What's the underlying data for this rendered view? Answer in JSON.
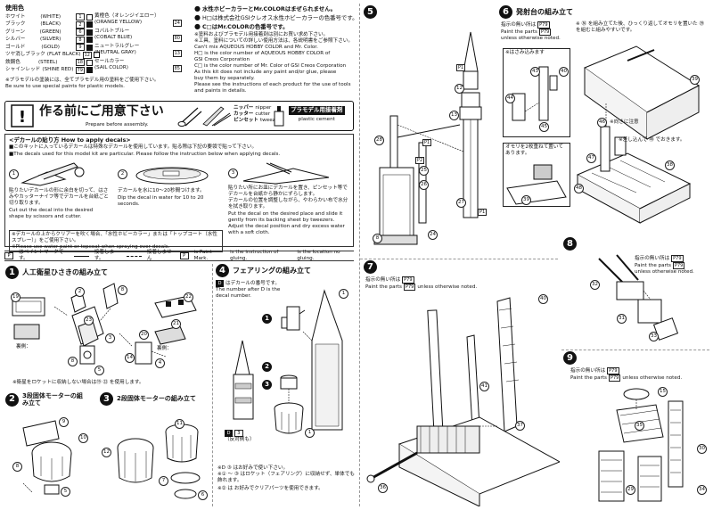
{
  "paint_table": {
    "title": "使用色",
    "left_rows": [
      {
        "jp": "ホワイト",
        "en": "(WHITE)",
        "code": "1",
        "fill": "#ffffff"
      },
      {
        "jp": "ブラック",
        "en": "(BLACK)",
        "code": "2",
        "fill": "#111111"
      },
      {
        "jp": "グリーン",
        "en": "(GREEN)",
        "code": "6",
        "fill": "#111111"
      },
      {
        "jp": "シルバー",
        "en": "(SILVER)",
        "code": "8",
        "fill": "#111111"
      },
      {
        "jp": "ゴールド",
        "en": "(GOLD)",
        "code": "9",
        "fill": "#111111"
      },
      {
        "jp": "ツヤ消しブラック",
        "en": "(FLAT BLACK)",
        "code": "12",
        "fill": "#ffffff"
      },
      {
        "jp": "鉄鋼色",
        "en": "(STEEL)",
        "code": "18",
        "fill": "#ffffff"
      },
      {
        "jp": "シャインレッド",
        "en": "(SHINE RED)",
        "code": "79",
        "fill": "#111111"
      }
    ],
    "right_rows": [
      {
        "jp": "黄橙色（オレンジイエロー）",
        "en": "(ORANGE YELLOW)",
        "code": "24"
      },
      {
        "jp": "コバルトブルー",
        "en": "(COBALT BLUE)",
        "code": "80"
      },
      {
        "jp": "ニュートラルグレー",
        "en": "(NEUTRAL GRAY)",
        "code": "13"
      },
      {
        "jp": "セールカラー",
        "en": "(SAIL COLOR)",
        "code": "85"
      }
    ],
    "note_jp": "※プラモデルの塗装には、全てプラモデル用の塗料をご使用下さい。",
    "note_en": "Be sure to use special paints for plastic models."
  },
  "paint_notes": {
    "line1": "水性ホビーカラーとMr.COLORはまぜられません。",
    "line2": "H□は株式会社GSIクレオス水性ホビーカラーの色番号です。",
    "line3": "C□はMr.COLORの色番号です。",
    "bullets": [
      "※塗料およびプラモデル用接着剤は別にお買い求め下さい。",
      "※工具、塗料についての詳しい使用方法は、各説明書をご参照下さい。",
      "Can't mix AQUEOUS HOBBY COLOR and Mr. Color.",
      "H□ is the color number of AQUEOUS HOBBY COLOR of",
      "GSI Creos Corporation",
      "C□ is the color number of Mr. Color of GSI Creos Corporation",
      "As this kit does not include any paint and/or glue, please",
      "buy them by separately.",
      "Please see the instructions of each product for the use of tools",
      "and paints in details."
    ]
  },
  "prepare": {
    "title_jp": "作る前にご用意下さい",
    "title_en": "Prepare before assembly.",
    "tools": [
      {
        "jp": "ニッパー",
        "en": "nipper"
      },
      {
        "jp": "カッター",
        "en": "cutter"
      },
      {
        "jp": "ピンセット",
        "en": "tweezers"
      }
    ],
    "cement_jp": "プラモデル用接着剤",
    "cement_en": "plastic cement"
  },
  "decals": {
    "header": "<デカールの貼り方 How to apply decals>",
    "intro_jp": "■このキットに入っているデカールは特殊なデカールを使用しています。貼る際は下記の要領で貼って下さい。",
    "intro_en": "■The decals used for this model kit are particular. Please follow the instruction below when applying decals.",
    "step1_jp": "貼りたいデカールの形に余白を切って、はさみやカッターナイフ等でデカールを台紙ごと切り取ります。",
    "step1_en": "Cut out the decal into the desired shape by scissors and cutter.",
    "step2_jp": "デカールを水に10〜20秒間つけます。",
    "step2_en": "Dip the decal in water for 10 to 20 seconds.",
    "step3_jp": "貼りたい所にお皿にデカールを置き、ピンセット等でデカールを台紙から静かにずらします。",
    "step3_jp2": "デカールの位置を調整しながら、やわらかい布で水分を拭き取ります。",
    "step3_en": "Put the decal on the desired place and slide it gently from its backing sheet by tweezers.",
    "step3_en2": "Adjust the decal position and dry excess water with a soft cloth.",
    "foot_jp": "※デカールの上からクリアーを吹く場合、「水性ホビーカラー」または「トップコート（水性スプレー）」をご使用下さい。",
    "foot_en": "※Please use water paint or topcoat when spraying over decals."
  },
  "legend": {
    "paint_jp": "はペイントマークです。",
    "paint_en": "is Paint Mark.",
    "glue_jp": "接着します。",
    "glue_en": "is the instruction of gluing.",
    "noglue_jp": "接着しません",
    "noglue_en": "is the location no gluing."
  },
  "steps": {
    "s1": {
      "num": "1",
      "title": "人工衛星ひさきの組み立て"
    },
    "s2": {
      "num": "2",
      "title": "3段固体モーターの組み立て"
    },
    "s3": {
      "num": "3",
      "title": "2段固体モーターの組み立て"
    },
    "s4": {
      "num": "4",
      "title": "フェアリングの組み立て"
    },
    "s5": {
      "num": "5"
    },
    "s6": {
      "num": "6",
      "title": "発射台の組み立て"
    },
    "s7": {
      "num": "7"
    },
    "s8": {
      "num": "8"
    },
    "s9": {
      "num": "9"
    }
  },
  "step1": {
    "back_label": "裏側：",
    "back_label2": "裏側：",
    "note": "※衛星をロケットに収納しない場合は⑲ ㉒ を使用します。",
    "parts": [
      "19",
      "23",
      "22",
      "14",
      "20",
      "21",
      "3",
      "4",
      "2",
      "5",
      "8"
    ]
  },
  "step2": {
    "parts": [
      "9",
      "10",
      "8",
      "5"
    ]
  },
  "step3": {
    "parts": [
      "11",
      "12",
      "7",
      "6"
    ]
  },
  "step4": {
    "decal_note_jp": "はデカールの番号です。",
    "decal_note_en": "The number after D is the decal number.",
    "reverse_label": "（反対側も）",
    "note1": "※D ③ はお好みで使い下さい。",
    "note2": "※① ～ ③ はロケット（フェアリング）に収納せず、単体でも飾れます。",
    "note3": "※② は お好みでクリアパーツを使用できます。",
    "parts": [
      "1",
      "2",
      "3",
      "1"
    ]
  },
  "step5": {
    "parts": [
      "12",
      "13",
      "28",
      "25",
      "26",
      "27",
      "24",
      "8",
      "1",
      "2",
      "2"
    ]
  },
  "step6": {
    "note_jp": "※ ㊱ を組み立てた後、ひっくり返してオモリを置いた ㊴ を組むと組みやすいです。",
    "paint_jp": "指示の無い所は",
    "paint_en": "Paint the parts",
    "paint_en2": "unless otherwise noted.",
    "box1_label": "※はさみ込みます",
    "box2_label": "オモリを2枚重ねて置いてあります。",
    "note_dir": "※向きに注意",
    "note_insert": "※差し込んで ㊽ でおきます。",
    "parts": [
      "39",
      "43",
      "40",
      "44",
      "45",
      "46",
      "47",
      "48",
      "38",
      "39"
    ]
  },
  "step7": {
    "paint_jp": "指示の無い所は",
    "paint_en": "Paint the parts",
    "paint_en2": "unless otherwise noted.",
    "parts": [
      "40",
      "41",
      "37",
      "36"
    ]
  },
  "step8": {
    "paint_jp": "指示の無い所は",
    "paint_en": "Paint the parts",
    "paint_en2": "unless otherwise noted.",
    "parts": [
      "32",
      "31",
      "33"
    ]
  },
  "step9": {
    "paint_jp": "指示の無い所は",
    "paint_en": "Paint the parts",
    "paint_en2": "unless otherwise noted.",
    "parts": [
      "15",
      "35",
      "30",
      "34",
      "29"
    ]
  }
}
